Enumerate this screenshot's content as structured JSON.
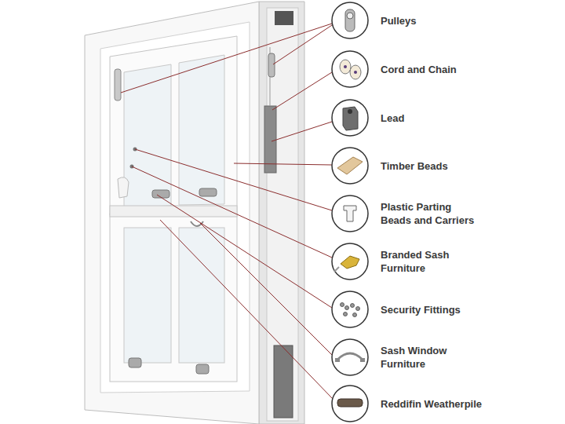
{
  "diagram": {
    "labels": [
      "Pulleys",
      "Cord and Chain",
      "Lead",
      "Timber Beads",
      "Plastic Parting Beads and Carriers",
      "Branded Sash Furniture",
      "Security Fittings",
      "Sash Window Furniture",
      "Reddifin Weatherpile"
    ]
  }
}
